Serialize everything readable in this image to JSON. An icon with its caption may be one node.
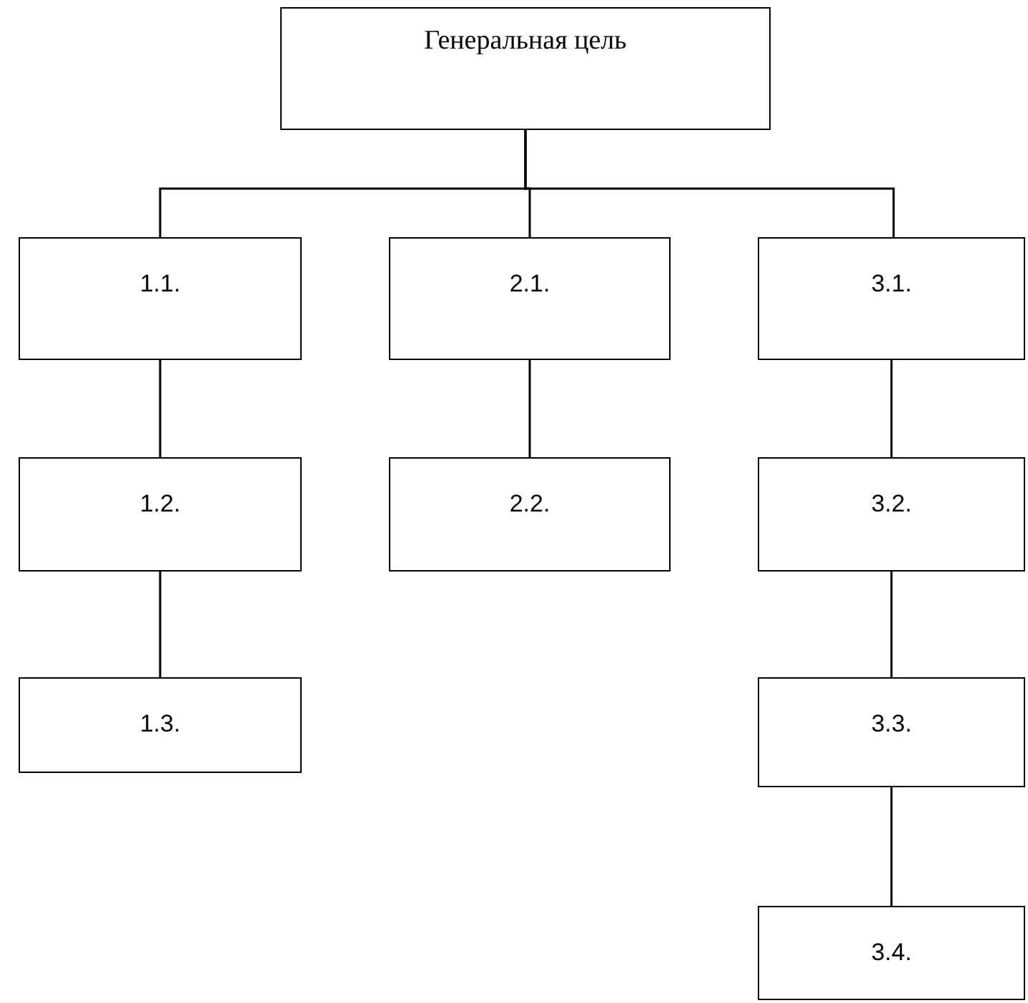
{
  "diagram": {
    "nodes": [
      {
        "text": [
          "Генеральная цель"
        ]
      },
      {
        "text": [
          "1.1."
        ]
      },
      {
        "text": [
          "2.1."
        ]
      },
      {
        "text": [
          "3.1."
        ]
      },
      {
        "text": [
          "1.2."
        ]
      },
      {
        "text": [
          "2.2."
        ]
      },
      {
        "text": [
          "3.2."
        ]
      },
      {
        "text": [
          "1.3."
        ]
      },
      {
        "text": [
          "3.3."
        ]
      },
      {
        "text": [
          "3.4."
        ]
      }
    ],
    "edges": [
      {
        "from": 0,
        "to": 1,
        "arrow": "none"
      },
      {
        "from": 0,
        "to": 2,
        "arrow": "none"
      },
      {
        "from": 0,
        "to": 3,
        "arrow": "none"
      },
      {
        "from": 1,
        "to": 4,
        "arrow": "none"
      },
      {
        "from": 4,
        "to": 7,
        "arrow": "none"
      },
      {
        "from": 2,
        "to": 5,
        "arrow": "none"
      },
      {
        "from": 3,
        "to": 6,
        "arrow": "none"
      },
      {
        "from": 6,
        "to": 8,
        "arrow": "none"
      },
      {
        "from": 8,
        "to": 9,
        "arrow": "none"
      }
    ]
  }
}
